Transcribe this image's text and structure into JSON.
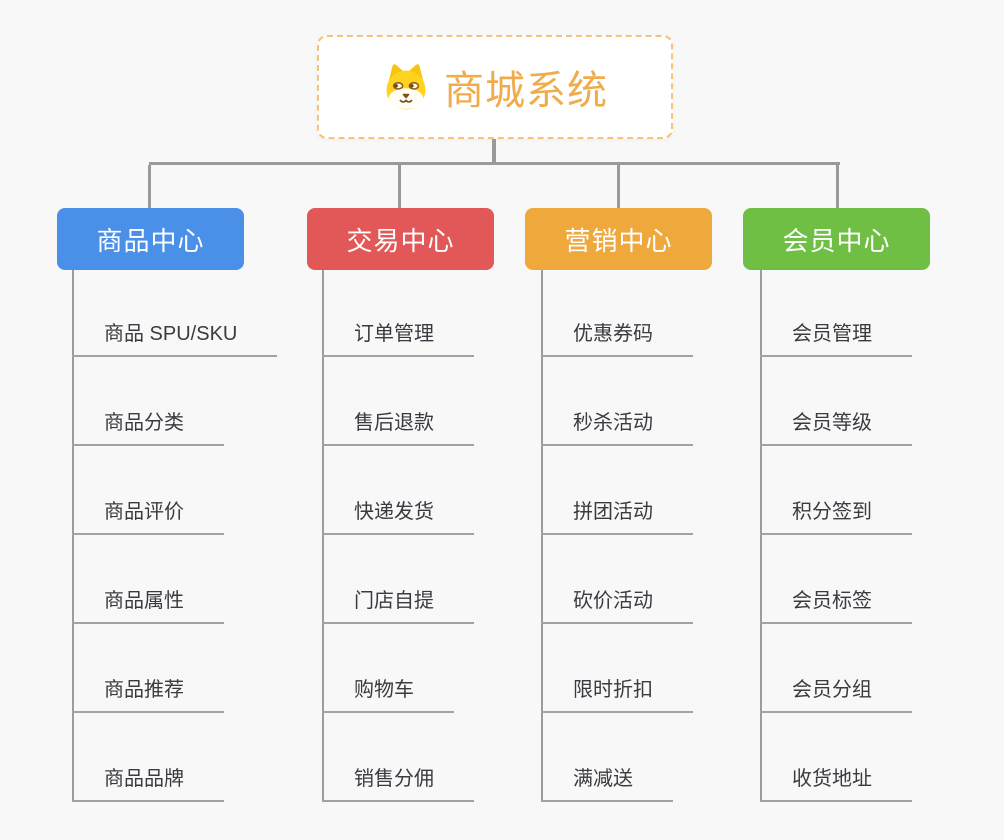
{
  "root": {
    "title": "商城系统",
    "icon": "dog-face-icon"
  },
  "colors": {
    "background": "#f8f8f8",
    "root_accent": "#f0ac4b",
    "root_border": "#f6c27c",
    "connector": "#9a9a9a",
    "leaf_text": "#3a3b40",
    "branch_product": "#4a8fe8",
    "branch_trade": "#e25757",
    "branch_marketing": "#eea83c",
    "branch_member": "#6fbf45"
  },
  "branches": [
    {
      "label": "商品中心",
      "color": "#4a8fe8",
      "children": [
        "商品 SPU/SKU",
        "商品分类",
        "商品评价",
        "商品属性",
        "商品推荐",
        "商品品牌"
      ]
    },
    {
      "label": "交易中心",
      "color": "#e25757",
      "children": [
        "订单管理",
        "售后退款",
        "快递发货",
        "门店自提",
        "购物车",
        "销售分佣"
      ]
    },
    {
      "label": "营销中心",
      "color": "#eea83c",
      "children": [
        "优惠券码",
        "秒杀活动",
        "拼团活动",
        "砍价活动",
        "限时折扣",
        "满减送"
      ]
    },
    {
      "label": "会员中心",
      "color": "#6fbf45",
      "children": [
        "会员管理",
        "会员等级",
        "积分签到",
        "会员标签",
        "会员分组",
        "收货地址"
      ]
    }
  ]
}
